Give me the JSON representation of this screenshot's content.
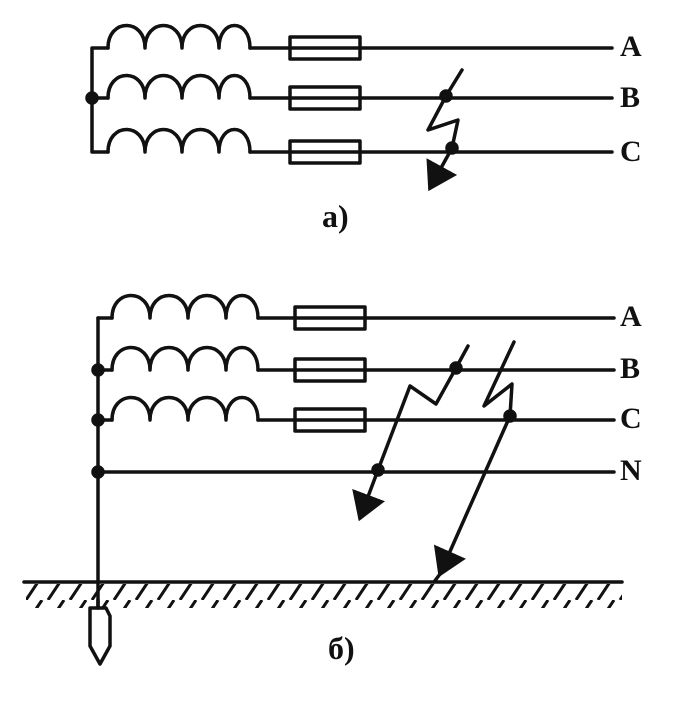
{
  "colors": {
    "ink": "#111111",
    "background": "#ffffff"
  },
  "diagram_a": {
    "caption": "а)",
    "phase_labels": [
      "A",
      "B",
      "C"
    ]
  },
  "diagram_b": {
    "caption": "б)",
    "phase_labels": [
      "A",
      "B",
      "C",
      "N"
    ]
  }
}
